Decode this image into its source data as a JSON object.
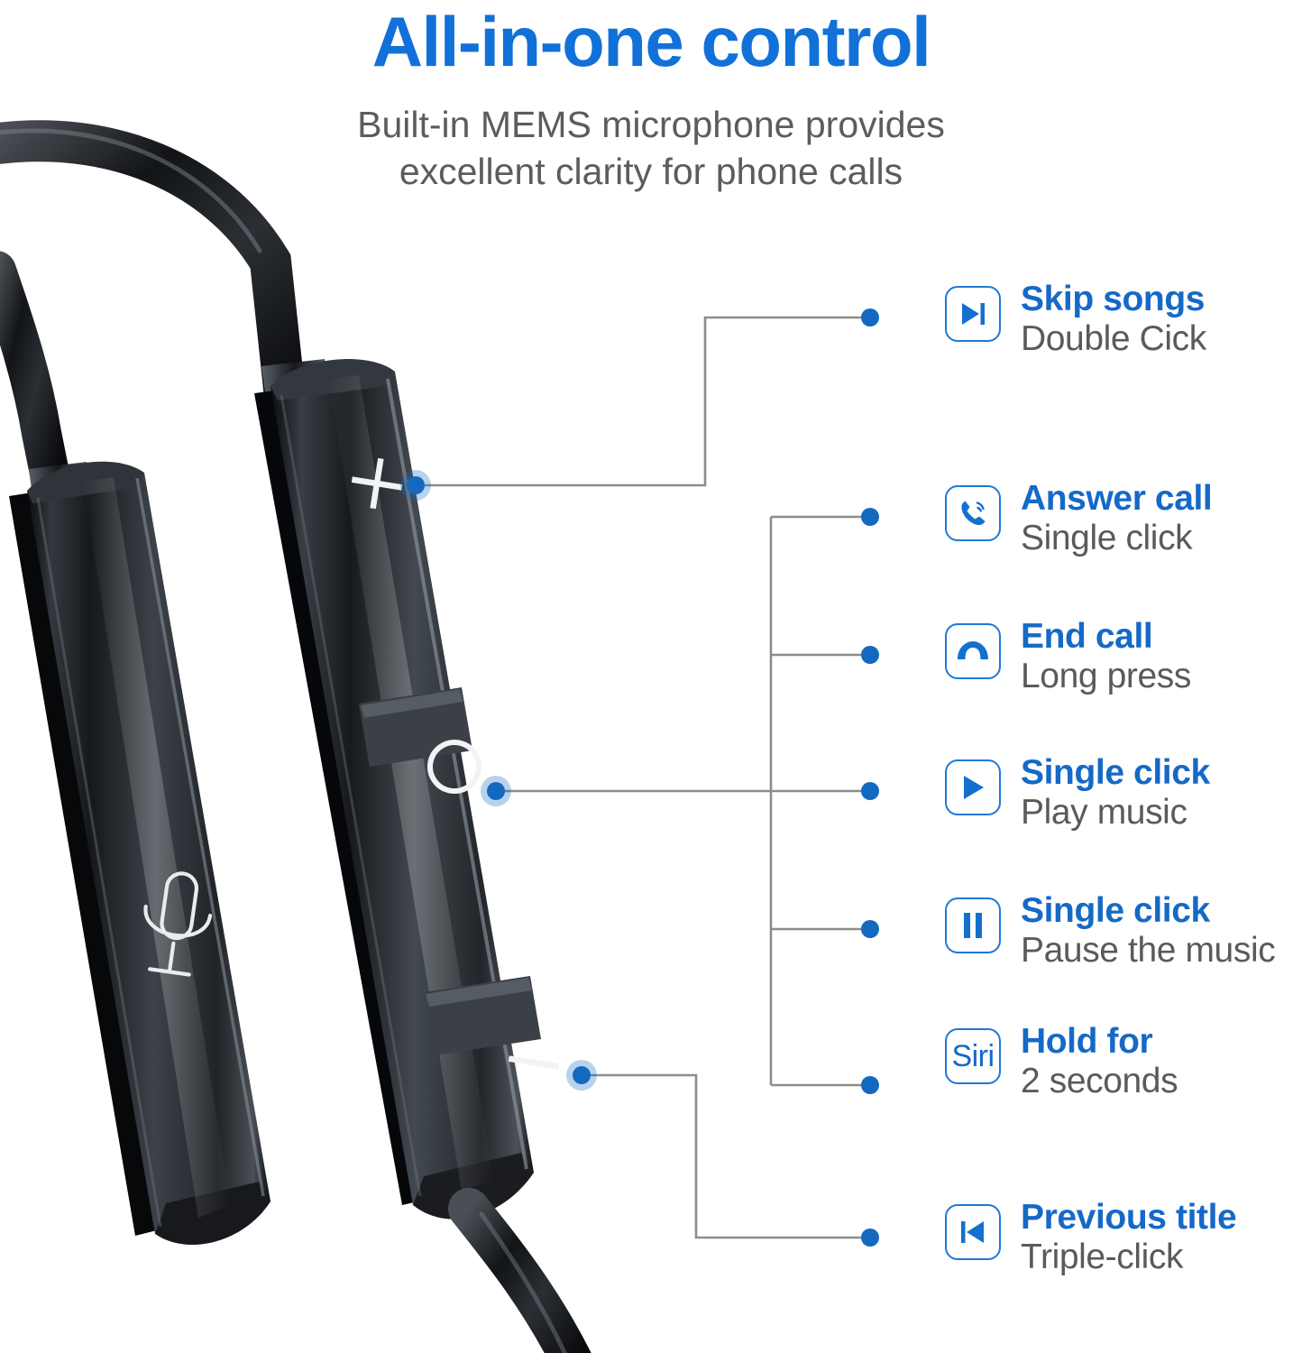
{
  "header": {
    "title": "All-in-one control",
    "subtitle_line1": "Built-in MEMS microphone provides",
    "subtitle_line2": "excellent clarity for phone calls"
  },
  "colors": {
    "title_blue": "#1171d8",
    "heading_blue": "#1569c7",
    "icon_blue": "#1e7ad4",
    "subtitle_gray": "#5c5c5c",
    "body_gray": "#5a5a5a",
    "lead_line_gray": "#8c8c8c",
    "dot_blue": "#1369c0",
    "remote_black": "#1b1d20"
  },
  "product": {
    "mic_capsule": {
      "icon": "microphone-icon",
      "label": "MEMS microphone capsule"
    },
    "remote": {
      "volume_up_label": "+",
      "volume_down_label": "−",
      "center_button_label": "○",
      "buttons": [
        "volume-up",
        "center-multifunction",
        "volume-down"
      ]
    }
  },
  "callouts": [
    {
      "id": "skip-songs",
      "icon": "skip-forward-icon",
      "heading": "Skip songs",
      "sub": "Double Cick"
    },
    {
      "id": "answer-call",
      "icon": "phone-incoming-icon",
      "heading": "Answer call",
      "sub": "Single click"
    },
    {
      "id": "end-call",
      "icon": "phone-hangup-icon",
      "heading": "End call",
      "sub": "Long press"
    },
    {
      "id": "play-music",
      "icon": "play-icon",
      "heading": "Single click",
      "sub": "Play music"
    },
    {
      "id": "pause-music",
      "icon": "pause-icon",
      "heading": "Single click",
      "sub": "Pause the music"
    },
    {
      "id": "siri-hold",
      "icon": "siri-text-icon",
      "icon_text": "Siri",
      "heading": "Hold for",
      "sub": "2 seconds"
    },
    {
      "id": "previous-title",
      "icon": "skip-back-icon",
      "heading": "Previous title",
      "sub": "Triple-click"
    }
  ]
}
